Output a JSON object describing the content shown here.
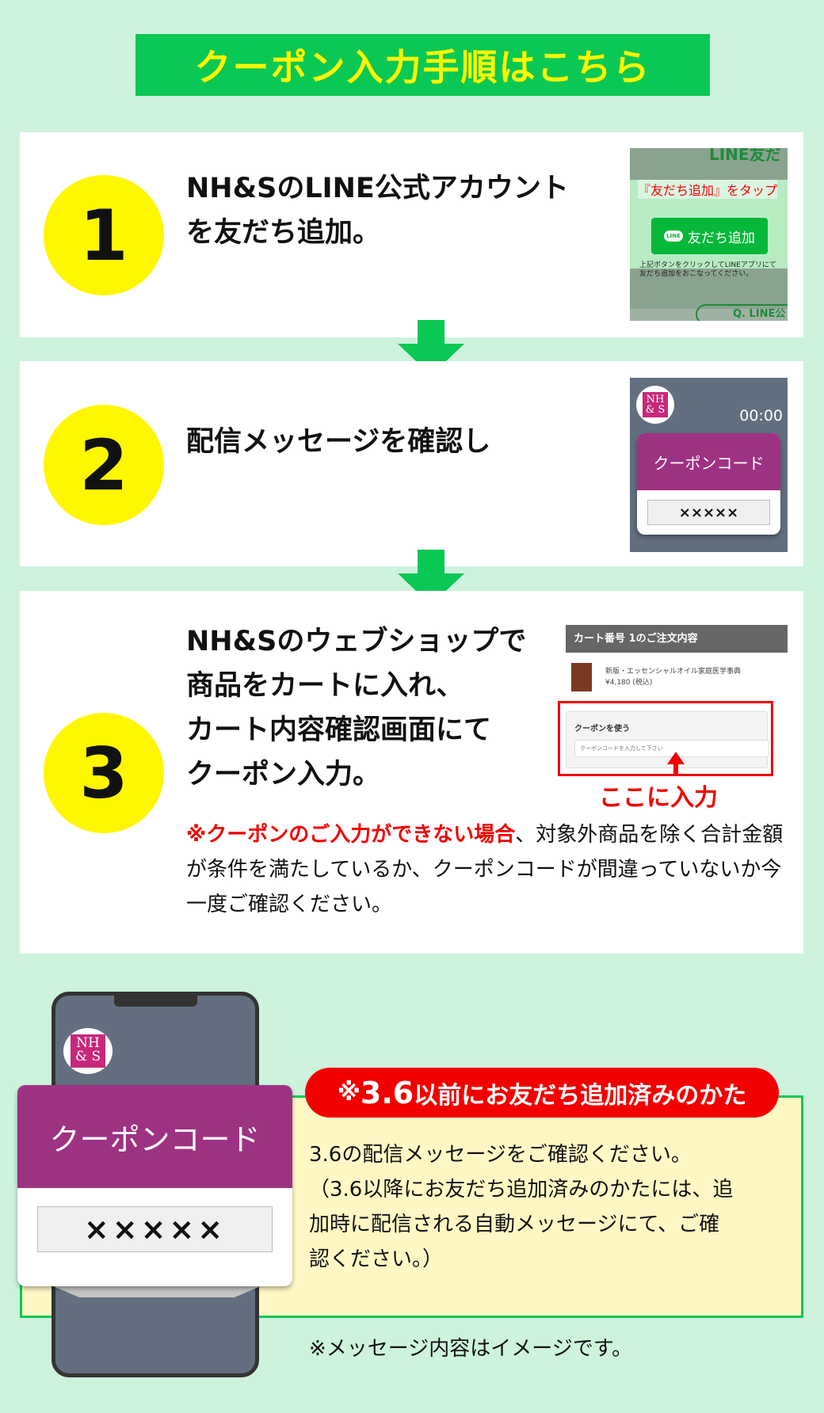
{
  "title": "クーポン入力手順はこちら",
  "steps": [
    {
      "number": "1",
      "lines": [
        "NH&SのLINE公式アカウント",
        "を友だち追加。"
      ],
      "thumb": {
        "heading": "LINE友だ",
        "tap_label": "『友だち追加』をタップ",
        "button_label": "友だち追加",
        "line_logo": "LINE",
        "caption": [
          "上記ボタンをクリックしてLINEアプリにて",
          "友だち追加をおこなってください。"
        ],
        "faq": "Q. LINE公"
      }
    },
    {
      "number": "2",
      "lines": [
        "配信メッセージを確認し"
      ],
      "thumb": {
        "logo": [
          "NH",
          "& S"
        ],
        "time": "00:00",
        "card_title": "クーポンコード",
        "code": "×××××"
      }
    },
    {
      "number": "3",
      "lines": [
        "NH&Sのウェブショップで",
        "商品をカートに入れ、",
        "カート内容確認画面にて",
        "クーポン入力。"
      ],
      "thumb": {
        "cart_header": "カート番号 1のご注文内容",
        "product": "新版・エッセンシャルオイル家庭医学事典",
        "price": "¥4,180 (税込)",
        "coupon_label": "クーポンを使う",
        "coupon_placeholder": "クーポンコードを入力して下さい",
        "callout": "ここに入力"
      },
      "note_red": "※クーポンのご入力ができない場合",
      "note": "、対象外商品を除く合計金額が条件を満たしているか、クーポンコードが間違っていないか今一度ご確認ください。"
    }
  ],
  "bottom": {
    "logo": [
      "NH",
      "& S"
    ],
    "card_title": "クーポンコード",
    "code": "×××××",
    "pill_prefix": "※",
    "pill_number": "3.6",
    "pill_text": "以前にお友だち追加済みのかた",
    "body": [
      "3.6の配信メッセージをご確認ください。",
      "（3.6以降にお友だち追加済みのかたには、追",
      "加時に配信される自動メッセージにて、ご確",
      "認ください。）"
    ],
    "footnote": "※メッセージ内容はイメージです。"
  },
  "colors": {
    "background": "#cdf3dd",
    "green": "#09c854",
    "yellow": "#fff700",
    "purple": "#9e3282",
    "red": "#f20000"
  }
}
